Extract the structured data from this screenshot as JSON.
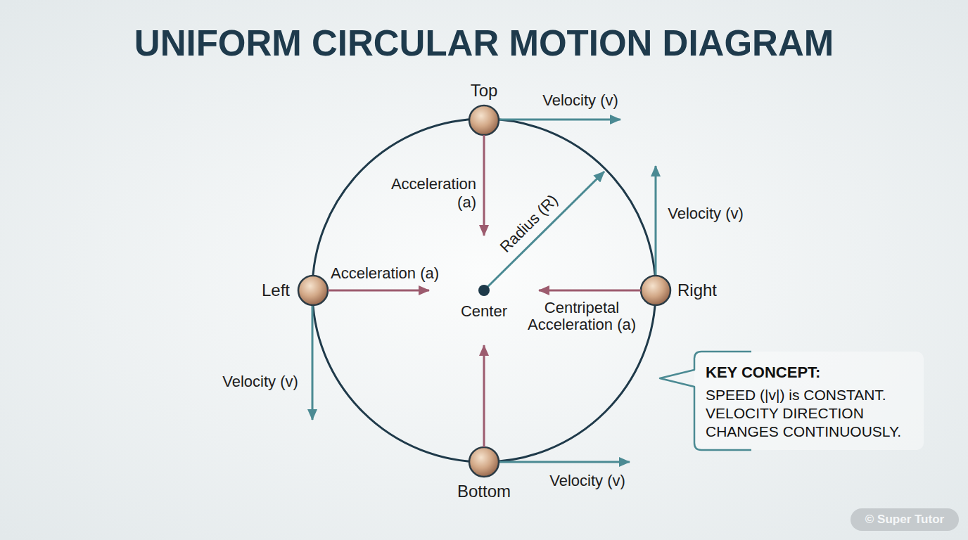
{
  "diagram": {
    "title": "UNIFORM CIRCULAR MOTION DIAGRAM",
    "nodes": [
      {
        "text": [
          "Top"
        ]
      },
      {
        "text": [
          "Left"
        ]
      },
      {
        "text": [
          "Center"
        ]
      },
      {
        "text": [
          "Right"
        ]
      },
      {
        "text": [
          "Bottom"
        ]
      },
      {
        "text": [
          "KEY CONCEPT:",
          "SPEED (|v|) is CONSTANT. VELOCITY DIRECTION CHANGES CONTINUOUSLY."
        ]
      }
    ],
    "edges": [
      {
        "from": 0,
        "to": 2,
        "label": "Acceleration (a)",
        "arrow": "to"
      },
      {
        "from": 1,
        "to": 2,
        "label": "Acceleration (a)",
        "arrow": "to"
      },
      {
        "from": 3,
        "to": 2,
        "label": "Centripetal Acceleration (a)",
        "arrow": "to"
      },
      {
        "from": 4,
        "to": 2,
        "arrow": "to"
      }
    ],
    "labels": [
      "Velocity (v)",
      "Velocity (v)",
      "Velocity (v)",
      "Velocity (v)",
      "Radius (R)",
      "© Super Tutor"
    ]
  }
}
